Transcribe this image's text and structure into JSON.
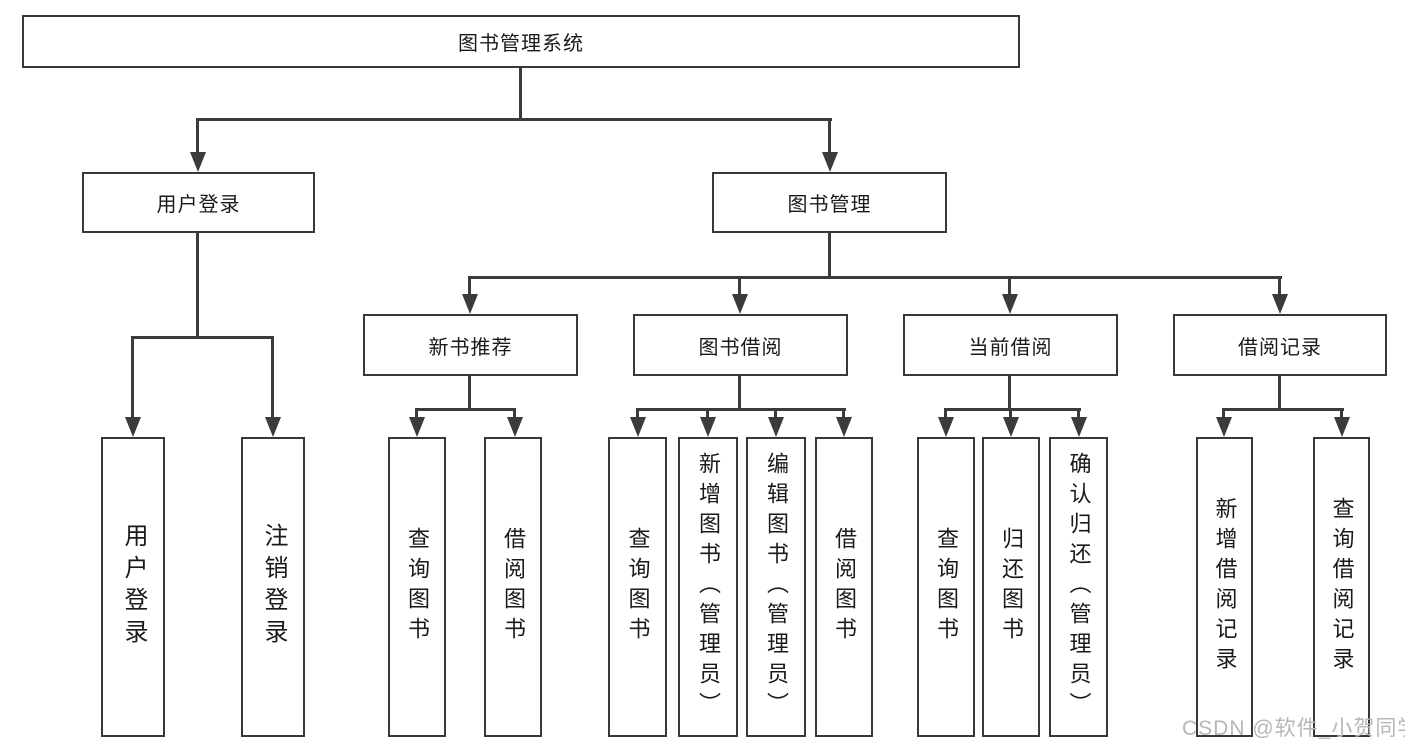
{
  "diagram": {
    "title": "图书管理系统",
    "watermark": "CSDN @软件_小贺同学",
    "colors": {
      "line": "#3b3b3b",
      "border": "#383838",
      "text": "#1a1a1a",
      "box_bg": "#ffffff",
      "watermark": "#b7b7b7"
    },
    "root": {
      "label": "图书管理系统"
    },
    "level2": [
      {
        "label": "用户登录"
      },
      {
        "label": "图书管理"
      }
    ],
    "level3": [
      {
        "label": "新书推荐"
      },
      {
        "label": "图书借阅"
      },
      {
        "label": "当前借阅"
      },
      {
        "label": "借阅记录"
      }
    ],
    "leaves": {
      "user_login": [
        "用户登录",
        "注销登录"
      ],
      "new_books": [
        "查询图书",
        "借阅图书"
      ],
      "book_borrow": [
        "查询图书",
        "新增图书（管理员）",
        "编辑图书（管理员）",
        "借阅图书"
      ],
      "current_borrow": [
        "查询图书",
        "归还图书",
        "确认归还（管理员）"
      ],
      "borrow_records": [
        "新增借阅记录",
        "查询借阅记录"
      ]
    }
  }
}
